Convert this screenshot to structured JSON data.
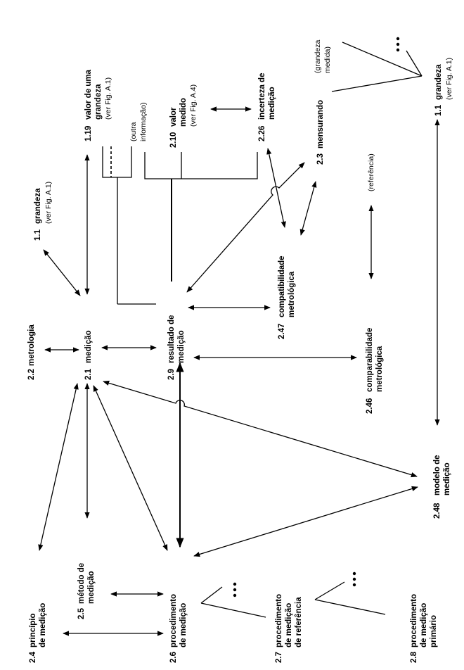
{
  "concepts": {
    "c1_1_top": {
      "num": "1.1",
      "label": "grandeza",
      "note": "(ver Fig. A.1)"
    },
    "c1_19": {
      "num": "1.19",
      "label1": "valor de uma",
      "label2": "grandeza",
      "note": "(ver Fig. A.1)"
    },
    "c2_10": {
      "num": "2.10",
      "label1": "valor",
      "label2": "medido",
      "note": "(ver Fig. A.4)"
    },
    "c2_26": {
      "num": "2.26",
      "label1": "incerteza de",
      "label2": "medição"
    },
    "c2_3": {
      "num": "2.3",
      "label": "mensurando"
    },
    "c1_1_right": {
      "num": "1.1",
      "label": "grandeza",
      "note": "(ver Fig. A.1)"
    },
    "c2_2": {
      "num": "2.2",
      "label": "metrologia"
    },
    "c2_1": {
      "num": "2.1",
      "label": "medição"
    },
    "c2_9": {
      "num": "2.9",
      "label1": "resultado de",
      "label2": "medição"
    },
    "c2_47": {
      "num": "2.47",
      "label1": "compatibilidade",
      "label2": "metrológica"
    },
    "c2_46": {
      "num": "2.46",
      "label1": "comparabilidade",
      "label2": "metrológica"
    },
    "c2_48": {
      "num": "2.48",
      "label1": "modelo de",
      "label2": "medição"
    },
    "c2_4": {
      "num": "2.4",
      "label1": "princípio",
      "label2": "de medição"
    },
    "c2_5": {
      "num": "2.5",
      "label1": "método de",
      "label2": "medição"
    },
    "c2_6": {
      "num": "2.6",
      "label1": "procedimento",
      "label2": "de medição"
    },
    "c2_7": {
      "num": "2.7",
      "label1": "procedimento",
      "label2": "de medição",
      "label3": "de referência"
    },
    "c2_8": {
      "num": "2.8",
      "label1": "procedimento",
      "label2": "de medição",
      "label3": "primário"
    }
  },
  "notes": {
    "outra_1": "(outra",
    "outra_2": "informação)",
    "referencia": "(referência)",
    "grandeza_medida_1": "(grandeza",
    "grandeza_medida_2": "medida)"
  },
  "ellipsis": "..."
}
